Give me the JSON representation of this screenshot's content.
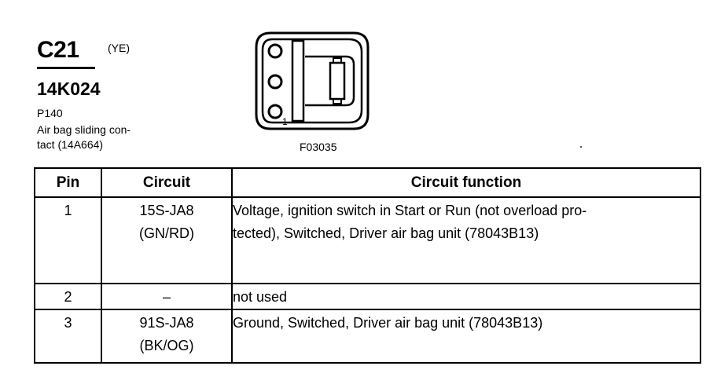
{
  "connector": {
    "id": "C21",
    "color_code": "(YE)",
    "part_number": "14K024",
    "location": "P140",
    "description_lines": [
      "Air bag sliding con-",
      "tact (14A664)"
    ],
    "pin1_label": "1",
    "figure_code": "F03035"
  },
  "table": {
    "headers": {
      "pin": "Pin",
      "circuit": "Circuit",
      "function": "Circuit function"
    },
    "rows": [
      {
        "pin": "1",
        "circuit_lines": [
          "15S-JA8",
          "(GN/RD)"
        ],
        "function_lines": [
          "Voltage, ignition switch in Start or Run (not overload pro-",
          "tected), Switched, Driver air bag unit (78043B13)"
        ]
      },
      {
        "pin": "2",
        "circuit_lines": [
          "–"
        ],
        "function_lines": [
          "not used"
        ]
      },
      {
        "pin": "3",
        "circuit_lines": [
          "91S-JA8",
          "(BK/OG)"
        ],
        "function_lines": [
          "Ground, Switched, Driver air bag unit (78043B13)"
        ]
      }
    ]
  }
}
